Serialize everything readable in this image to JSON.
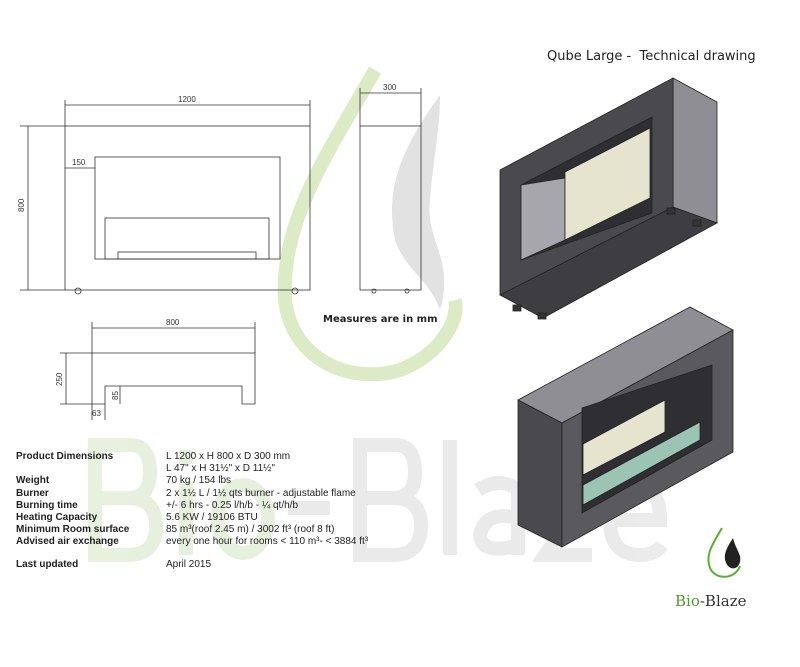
{
  "title": "Qube Large -  Technical drawing",
  "watermark": "Bio-Blaze",
  "dimensions": {
    "width": "1200",
    "height": "800",
    "depth": "300",
    "inset": "150",
    "base_width": "800",
    "base_height": "250",
    "leg_height": "85",
    "leg_width": "63"
  },
  "measures_note": "Measures are in mm",
  "specs": [
    {
      "label": "Product Dimensions",
      "value": "L 1200 x H 800 x D 300 mm"
    },
    {
      "label": "",
      "value": "L 47\" x H 31½\" x D 11½\""
    },
    {
      "label": "Weight",
      "value": "70 kg / 154 lbs"
    },
    {
      "label": "Burner",
      "value": "2 x 1½ L / 1½ qts burner - adjustable flame"
    },
    {
      "label": "Burning time",
      "value": "+/- 6 hrs - 0.25 l/h/b -  ¼ qt/h/b"
    },
    {
      "label": "Heating Capacity",
      "value": "5.6 KW / 19106 BTU"
    },
    {
      "label": "Minimum Room surface",
      "value": "85 m³(roof 2.45 m) / 3002 ft³ (roof 8 ft)"
    },
    {
      "label": "Advised air exchange",
      "value": "every one hour for rooms < 110 m³- < 3884 ft³"
    }
  ],
  "last_updated": {
    "label": "Last updated",
    "value": "April 2015"
  },
  "brand": {
    "part1": "Bio",
    "part2": "-Blaze"
  },
  "colors": {
    "green": "#8cc63f",
    "dark": "#4a4a4e",
    "side": "#8e8e94",
    "panel": "#e6e3cf",
    "glass": "#9cc4b4"
  }
}
